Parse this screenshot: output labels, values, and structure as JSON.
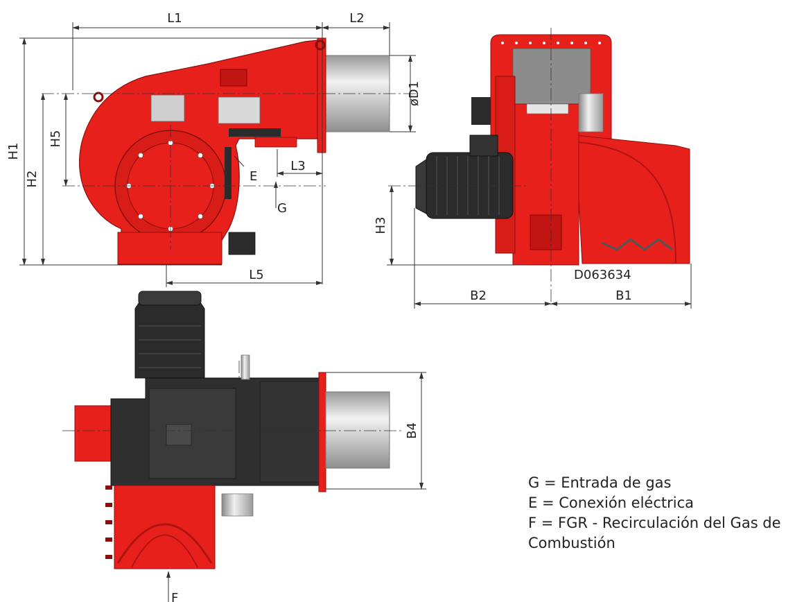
{
  "dimensions": {
    "L1": "L1",
    "L2": "L2",
    "L3": "L3",
    "L5": "L5",
    "H1": "H1",
    "H2": "H2",
    "H3": "H3",
    "H5": "H5",
    "D1": "øD1",
    "B1": "B1",
    "B2": "B2",
    "B4": "B4"
  },
  "markers": {
    "E": "E",
    "G": "G",
    "F": "F"
  },
  "drawing_code": "D063634",
  "legend": {
    "g": "G = Entrada de gas",
    "e": "E = Conexión eléctrica",
    "f": "F = FGR - Recirculación del Gas de",
    "f2": "Combustión"
  },
  "colors": {
    "body": "#e8201c",
    "dark": "#2b2b2b",
    "steel": "#c8c8c8",
    "line": "#333333"
  }
}
